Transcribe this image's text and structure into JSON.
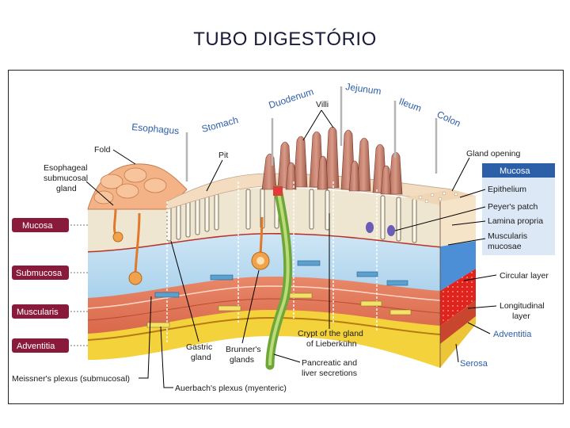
{
  "slide": {
    "title": "TUBO DIGESTÓRIO"
  },
  "regions": {
    "esophagus": "Esophagus",
    "stomach": "Stomach",
    "duodenum": "Duodenum",
    "jejunum": "Jejunum",
    "ileum": "Ileum",
    "colon": "Colon"
  },
  "left_layer_boxes": {
    "mucosa": "Mucosa",
    "submucosa": "Submucosa",
    "muscularis": "Muscularis",
    "adventitia": "Adventitia"
  },
  "callouts": {
    "fold": "Fold",
    "esophageal_gland": [
      "Esophageal",
      "submucosal",
      "gland"
    ],
    "pit": "Pit",
    "villi": "Villi",
    "gland_opening": "Gland opening",
    "gastric_gland": [
      "Gastric",
      "gland"
    ],
    "brunners_glands": [
      "Brunner's",
      "glands"
    ],
    "crypt": [
      "Crypt of the gland",
      "of Lieberkühn"
    ],
    "pancreatic": [
      "Pancreatic and",
      "liver secretions"
    ],
    "meissner": "Meissner's plexus (submucosal)",
    "auerbach": "Auerbach's plexus (myenteric)"
  },
  "right_labels": {
    "mucosa_box": "Mucosa",
    "epithelium": "Epithelium",
    "peyers_patch": "Peyer's patch",
    "lamina_propria": "Lamina propria",
    "muscularis_mucosae": [
      "Muscularis",
      "mucosae"
    ],
    "circular_layer": "Circular layer",
    "longitudinal_layer": [
      "Longitudinal",
      "layer"
    ],
    "adventitia": "Adventitia",
    "serosa": "Serosa"
  },
  "colors": {
    "left_box": "#8a1a3c",
    "right_box": "#2d5ea8",
    "accent_blue": "#2d5ea8"
  }
}
